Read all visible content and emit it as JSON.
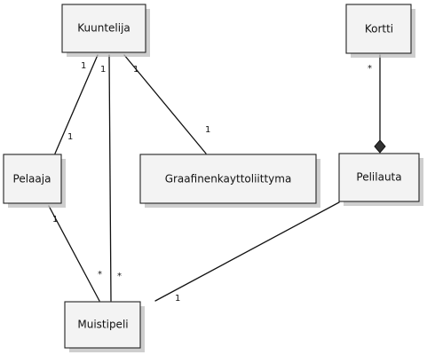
{
  "classes": {
    "kuuntelija": "Kuuntelija",
    "kortti": "Kortti",
    "pelaaja": "Pelaaja",
    "graafinen": "Graafinenkayttoliittyma",
    "pelilauta": "Pelilauta",
    "muistipeli": "Muistipeli"
  },
  "associations": {
    "kuuntelija_pelaaja": {
      "source_mult": "1",
      "target_mult": "1"
    },
    "kuuntelija_muistipeli": {
      "source_mult": "1",
      "target_mult": "*"
    },
    "kuuntelija_graafinen": {
      "source_mult": "1",
      "target_mult": "1"
    },
    "kortti_pelilauta": {
      "source_mult": "*",
      "target_kind": "composition"
    },
    "pelaaja_muistipeli": {
      "source_mult": "1",
      "target_mult": "*"
    },
    "pelilauta_muistipeli": {
      "target_mult": "1"
    }
  },
  "colors": {
    "box_fill": "#f3f3f3",
    "line": "#111111",
    "shadow": "#bdbdbd"
  }
}
